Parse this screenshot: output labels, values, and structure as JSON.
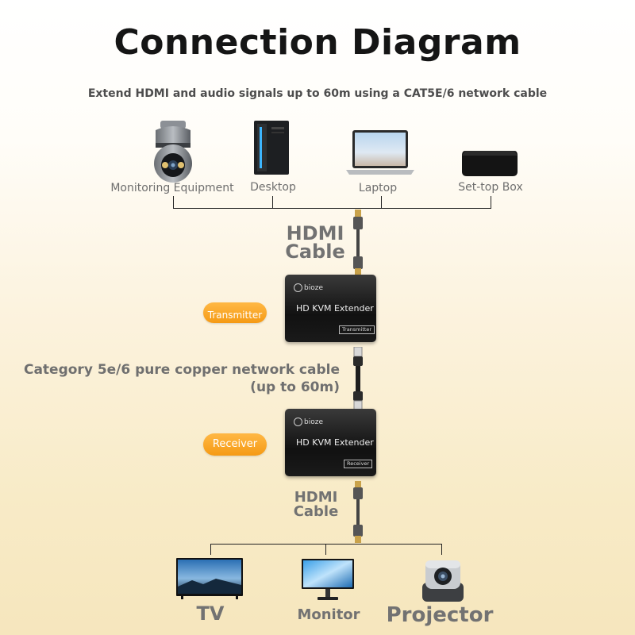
{
  "title": "Connection Diagram",
  "subtitle": "Extend HDMI and audio signals up to 60m using a CAT5E/6 network cable",
  "sources": [
    {
      "label": "Monitoring Equipment",
      "icon": "ptz-camera-icon"
    },
    {
      "label": "Desktop",
      "icon": "desktop-tower-icon"
    },
    {
      "label": "Laptop",
      "icon": "laptop-icon"
    },
    {
      "label": "Set-top Box",
      "icon": "set-top-box-icon"
    }
  ],
  "top_cable": {
    "line1": "HDMI",
    "line2": "Cable"
  },
  "transmitter": {
    "badge": "Transmitter",
    "brand": "bioze",
    "name": "HD KVM Extender",
    "tag": "Transmitter"
  },
  "network_cable": {
    "line1": "Category 5e/6 pure copper network cable",
    "line2": "(up to 60m)"
  },
  "receiver": {
    "badge": "Receiver",
    "brand": "bioze",
    "name": "HD KVM Extender",
    "tag": "Receiver"
  },
  "bottom_cable": {
    "line1": "HDMI",
    "line2": "Cable"
  },
  "outputs": [
    {
      "label": "TV",
      "icon": "tv-icon"
    },
    {
      "label": "Monitor",
      "icon": "monitor-icon"
    },
    {
      "label": "Projector",
      "icon": "projector-icon"
    }
  ],
  "colors": {
    "accent": "#f7a21b",
    "device": "#1a1a1a",
    "text_gray": "#727272"
  }
}
